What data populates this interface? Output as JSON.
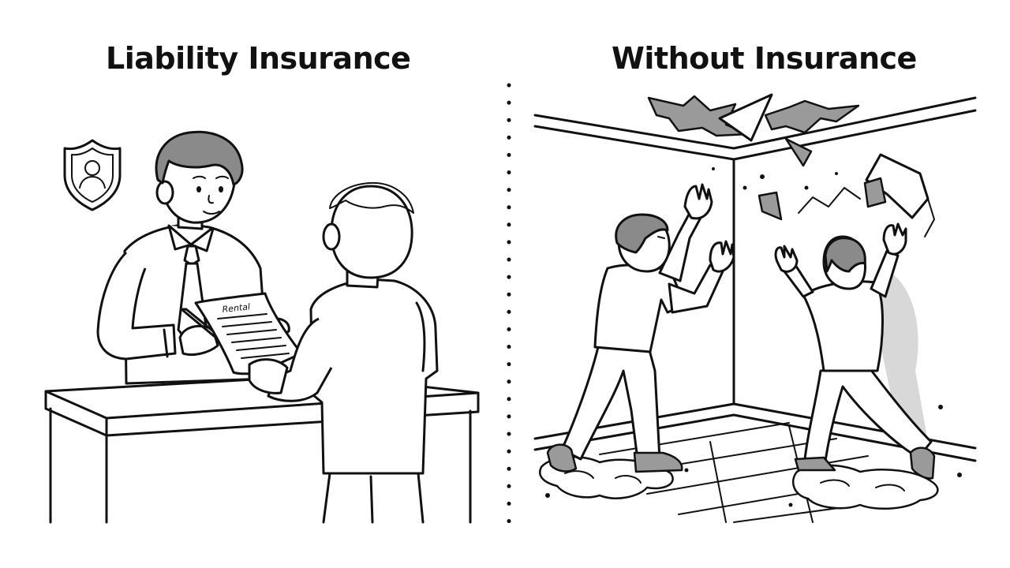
{
  "panels": {
    "left": {
      "title": "Liability Insurance",
      "document_label": "Rental"
    },
    "right": {
      "title": "Without Insurance"
    }
  },
  "icons": {
    "shield": "shield-person-icon"
  },
  "colors": {
    "ink": "#111111",
    "fill_grey": "#9a9a9a",
    "background": "#ffffff"
  }
}
